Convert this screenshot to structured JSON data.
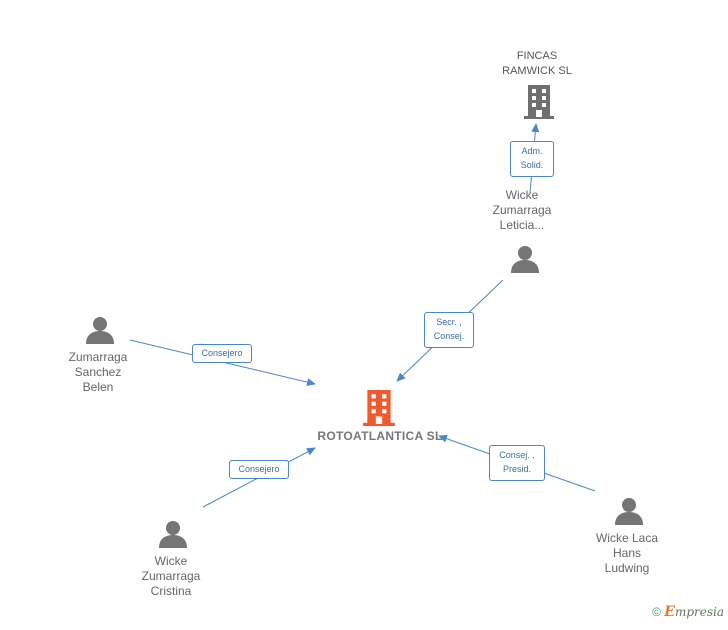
{
  "colors": {
    "edge": "#4a86c8",
    "person": "#757575",
    "company": "#6f6f6f",
    "main_company": "#ef5a2e"
  },
  "nodes": {
    "fincas": {
      "name_lines": [
        "FINCAS",
        "RAMWICK SL"
      ],
      "icon": "building-icon"
    },
    "leticia": {
      "name_lines": [
        "Wicke",
        "Zumarraga",
        "Leticia..."
      ],
      "icon": "person-icon"
    },
    "belen": {
      "name_lines": [
        "Zumarraga",
        "Sanchez",
        "Belen"
      ],
      "icon": "person-icon"
    },
    "main": {
      "name": "ROTOATLANTICA SL",
      "icon": "building-icon"
    },
    "cristina": {
      "name_lines": [
        "Wicke",
        "Zumarraga",
        "Cristina"
      ],
      "icon": "person-icon"
    },
    "hans": {
      "name_lines": [
        "Wicke Laca",
        "Hans",
        "Ludwing"
      ],
      "icon": "person-icon"
    }
  },
  "edges": {
    "leticia_fincas": [
      "Adm.",
      "Solid."
    ],
    "leticia_main": [
      "Secr. ,",
      "Consej."
    ],
    "belen_main": [
      "Consejero"
    ],
    "cristina_main": [
      "Consejero"
    ],
    "hans_main": [
      "Consej. ,",
      "Presid."
    ]
  },
  "footer": {
    "copyright": "©",
    "brand_initial": "E",
    "brand_rest": "mpresia"
  }
}
